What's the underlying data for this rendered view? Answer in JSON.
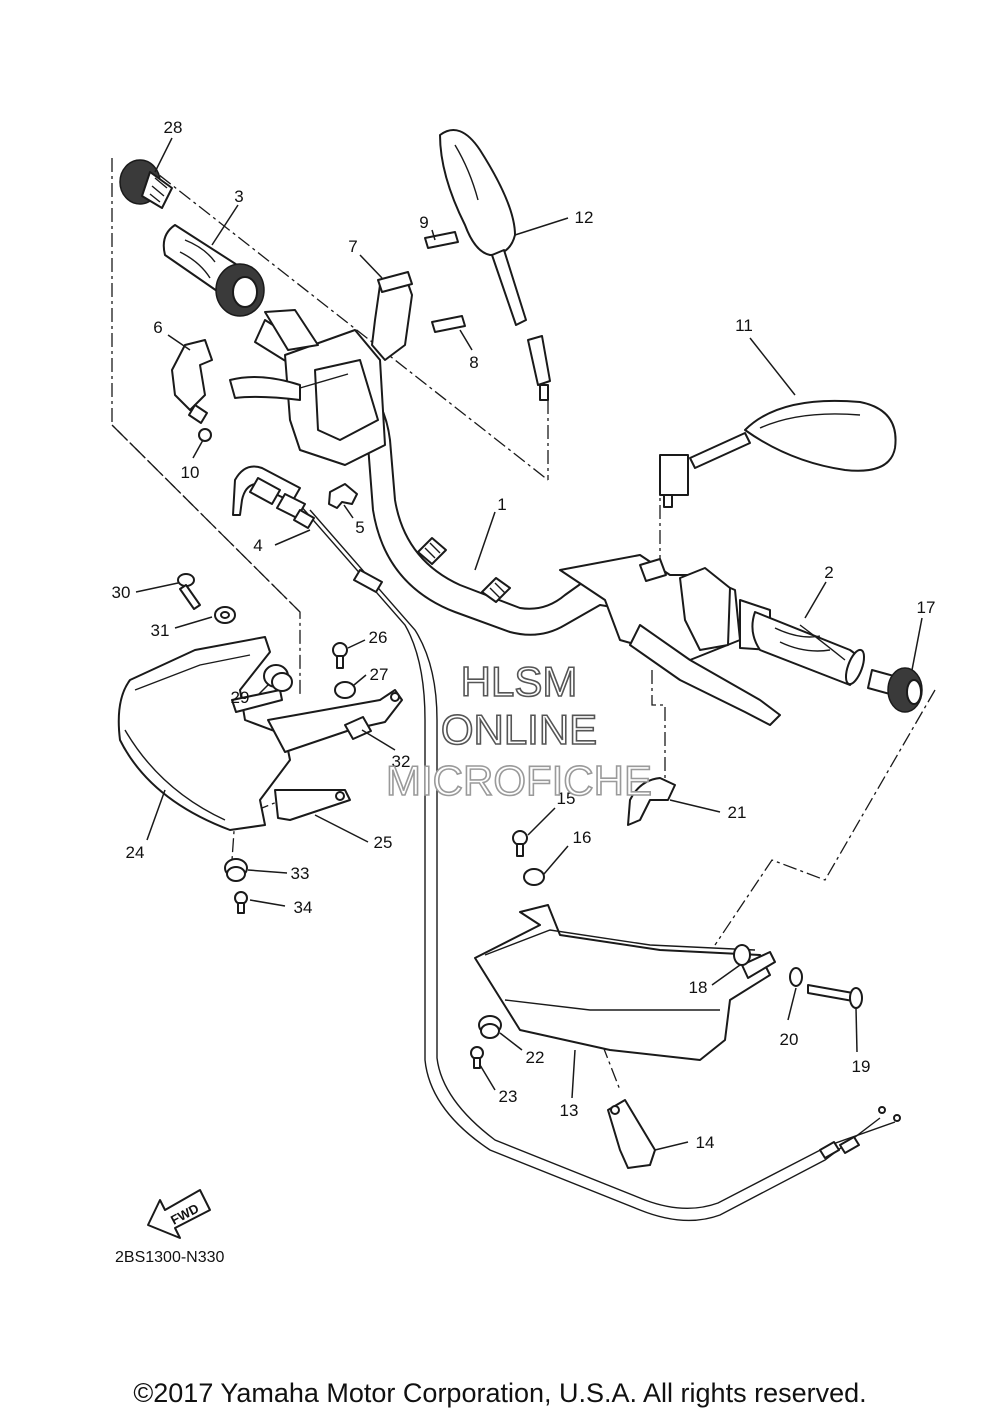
{
  "callouts": [
    {
      "id": "1",
      "label": "1"
    },
    {
      "id": "2",
      "label": "2"
    },
    {
      "id": "3",
      "label": "3"
    },
    {
      "id": "4",
      "label": "4"
    },
    {
      "id": "5",
      "label": "5"
    },
    {
      "id": "6",
      "label": "6"
    },
    {
      "id": "7",
      "label": "7"
    },
    {
      "id": "8",
      "label": "8"
    },
    {
      "id": "9",
      "label": "9"
    },
    {
      "id": "10",
      "label": "10"
    },
    {
      "id": "11",
      "label": "11"
    },
    {
      "id": "12",
      "label": "12"
    },
    {
      "id": "13",
      "label": "13"
    },
    {
      "id": "14",
      "label": "14"
    },
    {
      "id": "15",
      "label": "15"
    },
    {
      "id": "16",
      "label": "16"
    },
    {
      "id": "17",
      "label": "17"
    },
    {
      "id": "18",
      "label": "18"
    },
    {
      "id": "19",
      "label": "19"
    },
    {
      "id": "20",
      "label": "20"
    },
    {
      "id": "21",
      "label": "21"
    },
    {
      "id": "22",
      "label": "22"
    },
    {
      "id": "23",
      "label": "23"
    },
    {
      "id": "24",
      "label": "24"
    },
    {
      "id": "25",
      "label": "25"
    },
    {
      "id": "26",
      "label": "26"
    },
    {
      "id": "27",
      "label": "27"
    },
    {
      "id": "28",
      "label": "28"
    },
    {
      "id": "29",
      "label": "29"
    },
    {
      "id": "30",
      "label": "30"
    },
    {
      "id": "31",
      "label": "31"
    },
    {
      "id": "32",
      "label": "32"
    },
    {
      "id": "33",
      "label": "33"
    },
    {
      "id": "34",
      "label": "34"
    }
  ],
  "watermark": {
    "line1": "HLSM",
    "line2": "ONLINE",
    "line3": "MICROFICHE"
  },
  "fwd_label": "FWD",
  "diagram_code": "2BS1300-N330",
  "copyright": "©2017 Yamaha Motor Corporation, U.S.A. All rights reserved.",
  "colors": {
    "line": "#1a1a1a",
    "background": "#ffffff",
    "watermark_outline": "#555555"
  }
}
